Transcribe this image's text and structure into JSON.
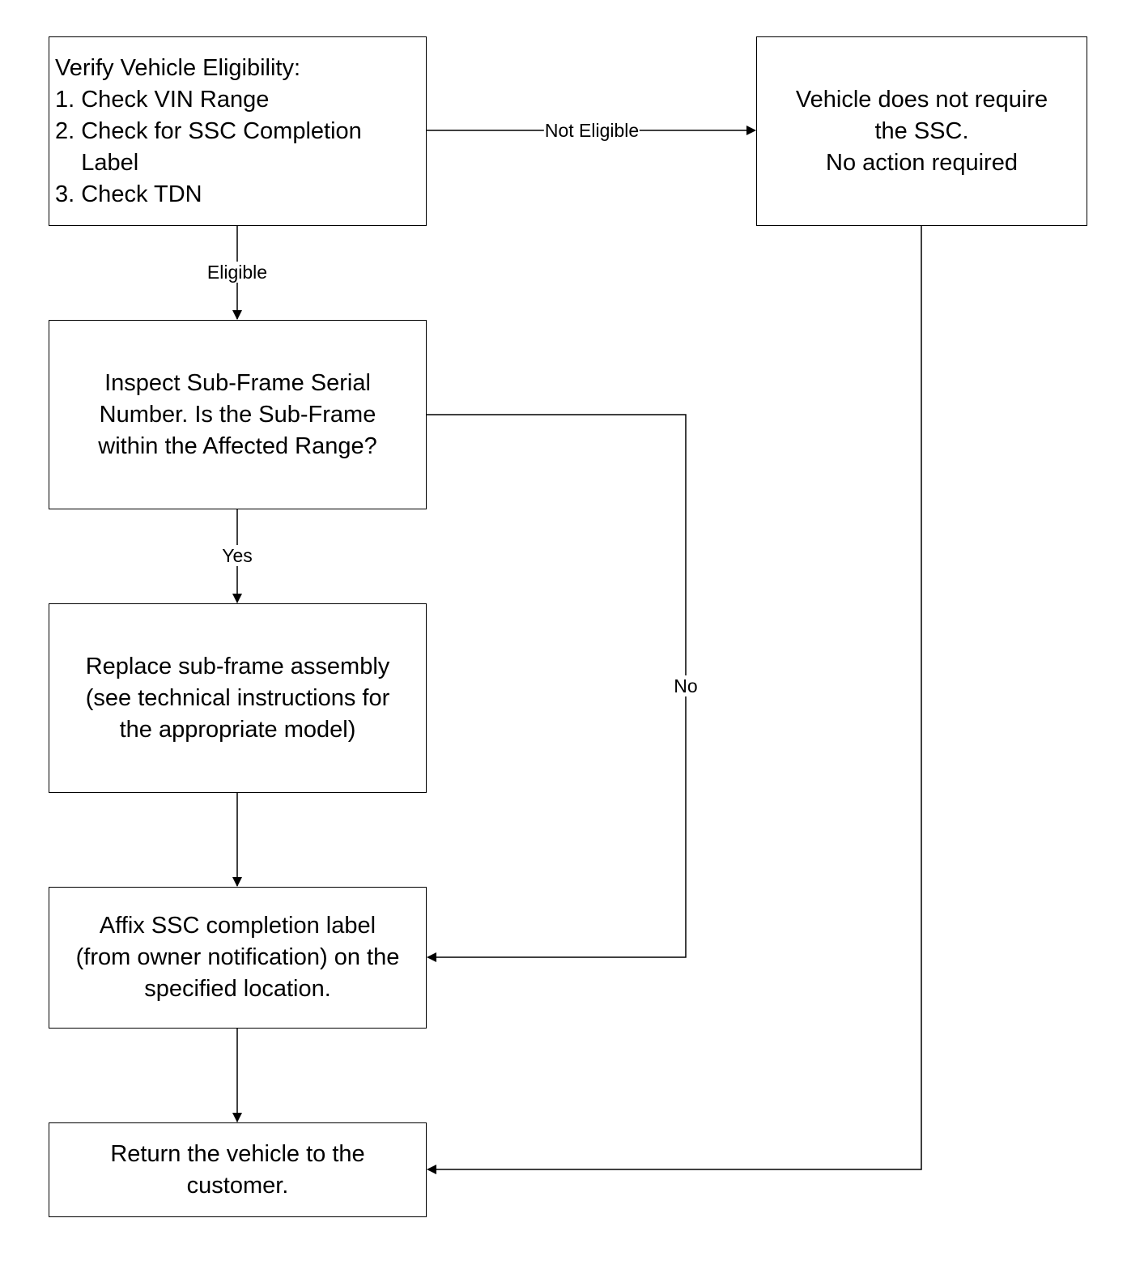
{
  "nodes": {
    "verify": {
      "lines": [
        "Verify Vehicle Eligibility:",
        "1. Check VIN Range",
        "2. Check for SSC Completion",
        "    Label",
        "3. Check TDN"
      ]
    },
    "not_required": {
      "lines": [
        "Vehicle does not require",
        "the SSC.",
        "No action required"
      ]
    },
    "inspect": {
      "lines": [
        "Inspect Sub-Frame Serial",
        "Number. Is the Sub-Frame",
        "within the Affected Range?"
      ]
    },
    "replace": {
      "lines": [
        "Replace sub-frame assembly",
        "(see technical instructions for",
        "the appropriate model)"
      ]
    },
    "affix": {
      "lines": [
        "Affix SSC completion label",
        "(from owner notification) on the",
        "specified location."
      ]
    },
    "return": {
      "lines": [
        "Return the vehicle to the",
        "customer."
      ]
    }
  },
  "edges": {
    "not_eligible": "Not Eligible",
    "eligible": "Eligible",
    "yes": "Yes",
    "no": "No"
  },
  "colors": {
    "stroke": "#000000",
    "background": "#ffffff"
  }
}
